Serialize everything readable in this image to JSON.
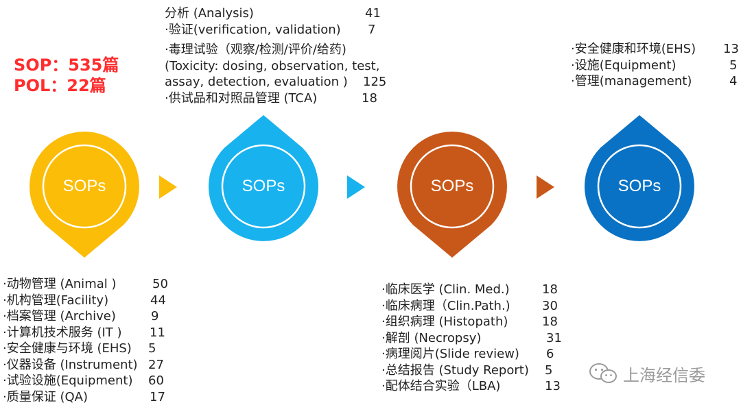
{
  "totals": {
    "sop": "SOP：535篇",
    "pol": "POL：22篇"
  },
  "drop_label": "SOPs",
  "colors": {
    "yellow": "#fbbd07",
    "cyan": "#18b2ee",
    "orange": "#c8581a",
    "blue": "#0a72c4",
    "totals_red": "#ff2d2d"
  },
  "top_block_1": {
    "rows": [
      {
        "label": "分析 (Analysis)",
        "value": "41"
      },
      {
        "label": "·验证(verification, validation)",
        "value": "7"
      },
      {
        "label": "·毒理试验（观察/检测/评价/给药)",
        "value": ""
      },
      {
        "label": "(Toxicity: dosing, observation, test,",
        "value": ""
      },
      {
        "label": "assay, detection, evaluation )",
        "value": "125"
      },
      {
        "label": "·供试品和对照品管理 (TCA)",
        "value": "18"
      }
    ]
  },
  "top_block_2": {
    "rows": [
      {
        "label": "·安全健康和环境(EHS)",
        "value": "13"
      },
      {
        "label": "·设施(Equipment)",
        "value": "5"
      },
      {
        "label": "·管理(management)",
        "value": "4"
      }
    ]
  },
  "bottom_block_1": {
    "rows": [
      {
        "label": "·动物管理 (Animal )",
        "value": "50"
      },
      {
        "label": "·机构管理(Facility)",
        "value": "44"
      },
      {
        "label": "·档案管理 (Archive)",
        "value": "9"
      },
      {
        "label": "·计算机技术服务 (IT )",
        "value": "11"
      },
      {
        "label": "·安全健康与环境 (EHS)",
        "value": "5"
      },
      {
        "label": "·仪器设备 (Instrument)",
        "value": "27"
      },
      {
        "label": "·试验设施(Equipment)",
        "value": "60"
      },
      {
        "label": "·质量保证 (QA)",
        "value": "17"
      }
    ]
  },
  "bottom_block_2": {
    "rows": [
      {
        "label": "·临床医学 (Clin. Med.)",
        "value": "18"
      },
      {
        "label": "·临床病理（Clin.Path.)",
        "value": "30"
      },
      {
        "label": "·组织病理 (Histopath)",
        "value": "18"
      },
      {
        "label": "·解剖 (Necropsy)",
        "value": "31"
      },
      {
        "label": "·病理阅片(Slide review)",
        "value": "6"
      },
      {
        "label": "·总结报告 (Study Report)",
        "value": "5"
      },
      {
        "label": "·配体结合实验（LBA)",
        "value": "13"
      }
    ]
  },
  "watermark": {
    "icon": "wechat-icon",
    "text": "上海经信委"
  }
}
